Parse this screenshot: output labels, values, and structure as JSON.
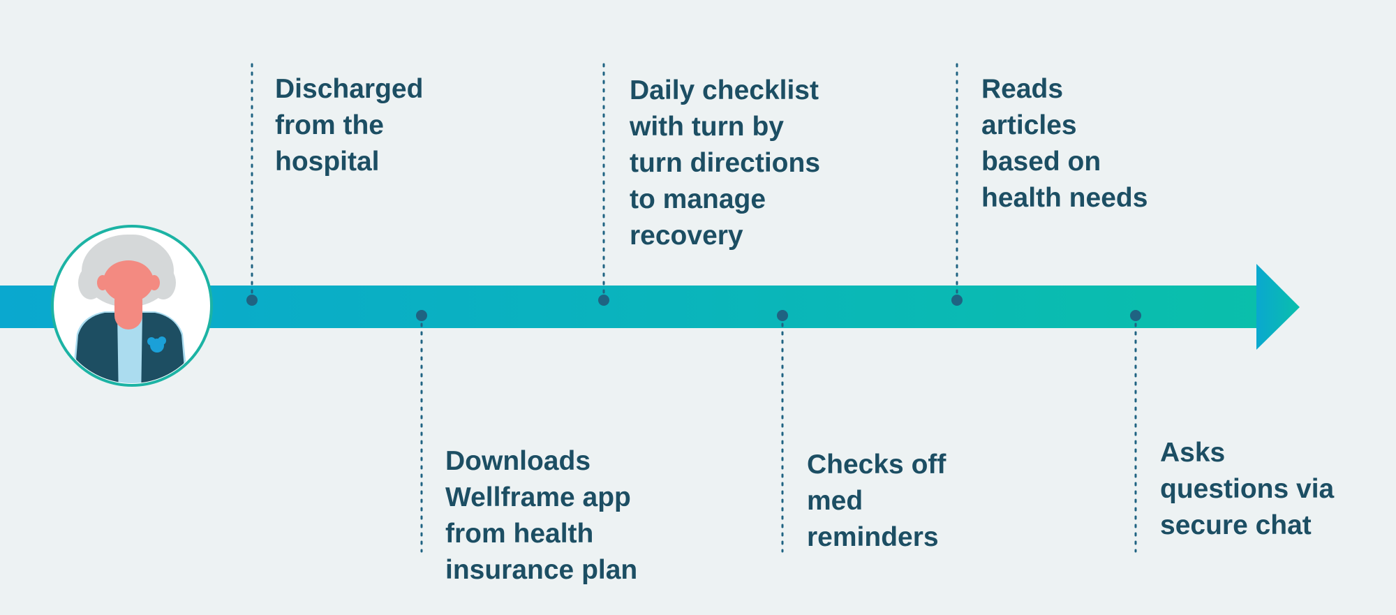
{
  "colors": {
    "background": "#edf2f3",
    "text": "#1c4e63",
    "arrow_start": "#0aa8cf",
    "arrow_end": "#0abfab",
    "marker": "#1f6382",
    "avatar_ring": "#1cb3a4"
  },
  "icons": {
    "avatar": "elderly-person-icon"
  },
  "milestones": [
    {
      "text": "Discharged\nfrom the\nhospital"
    },
    {
      "text": "Downloads\nWellframe app\nfrom health\ninsurance plan"
    },
    {
      "text": "Daily checklist\nwith turn by\nturn directions\nto manage\nrecovery"
    },
    {
      "text": "Checks off\nmed\nreminders"
    },
    {
      "text": "Reads\narticles\nbased on\nhealth needs"
    },
    {
      "text": "Asks\nquestions via\nsecure chat"
    }
  ]
}
